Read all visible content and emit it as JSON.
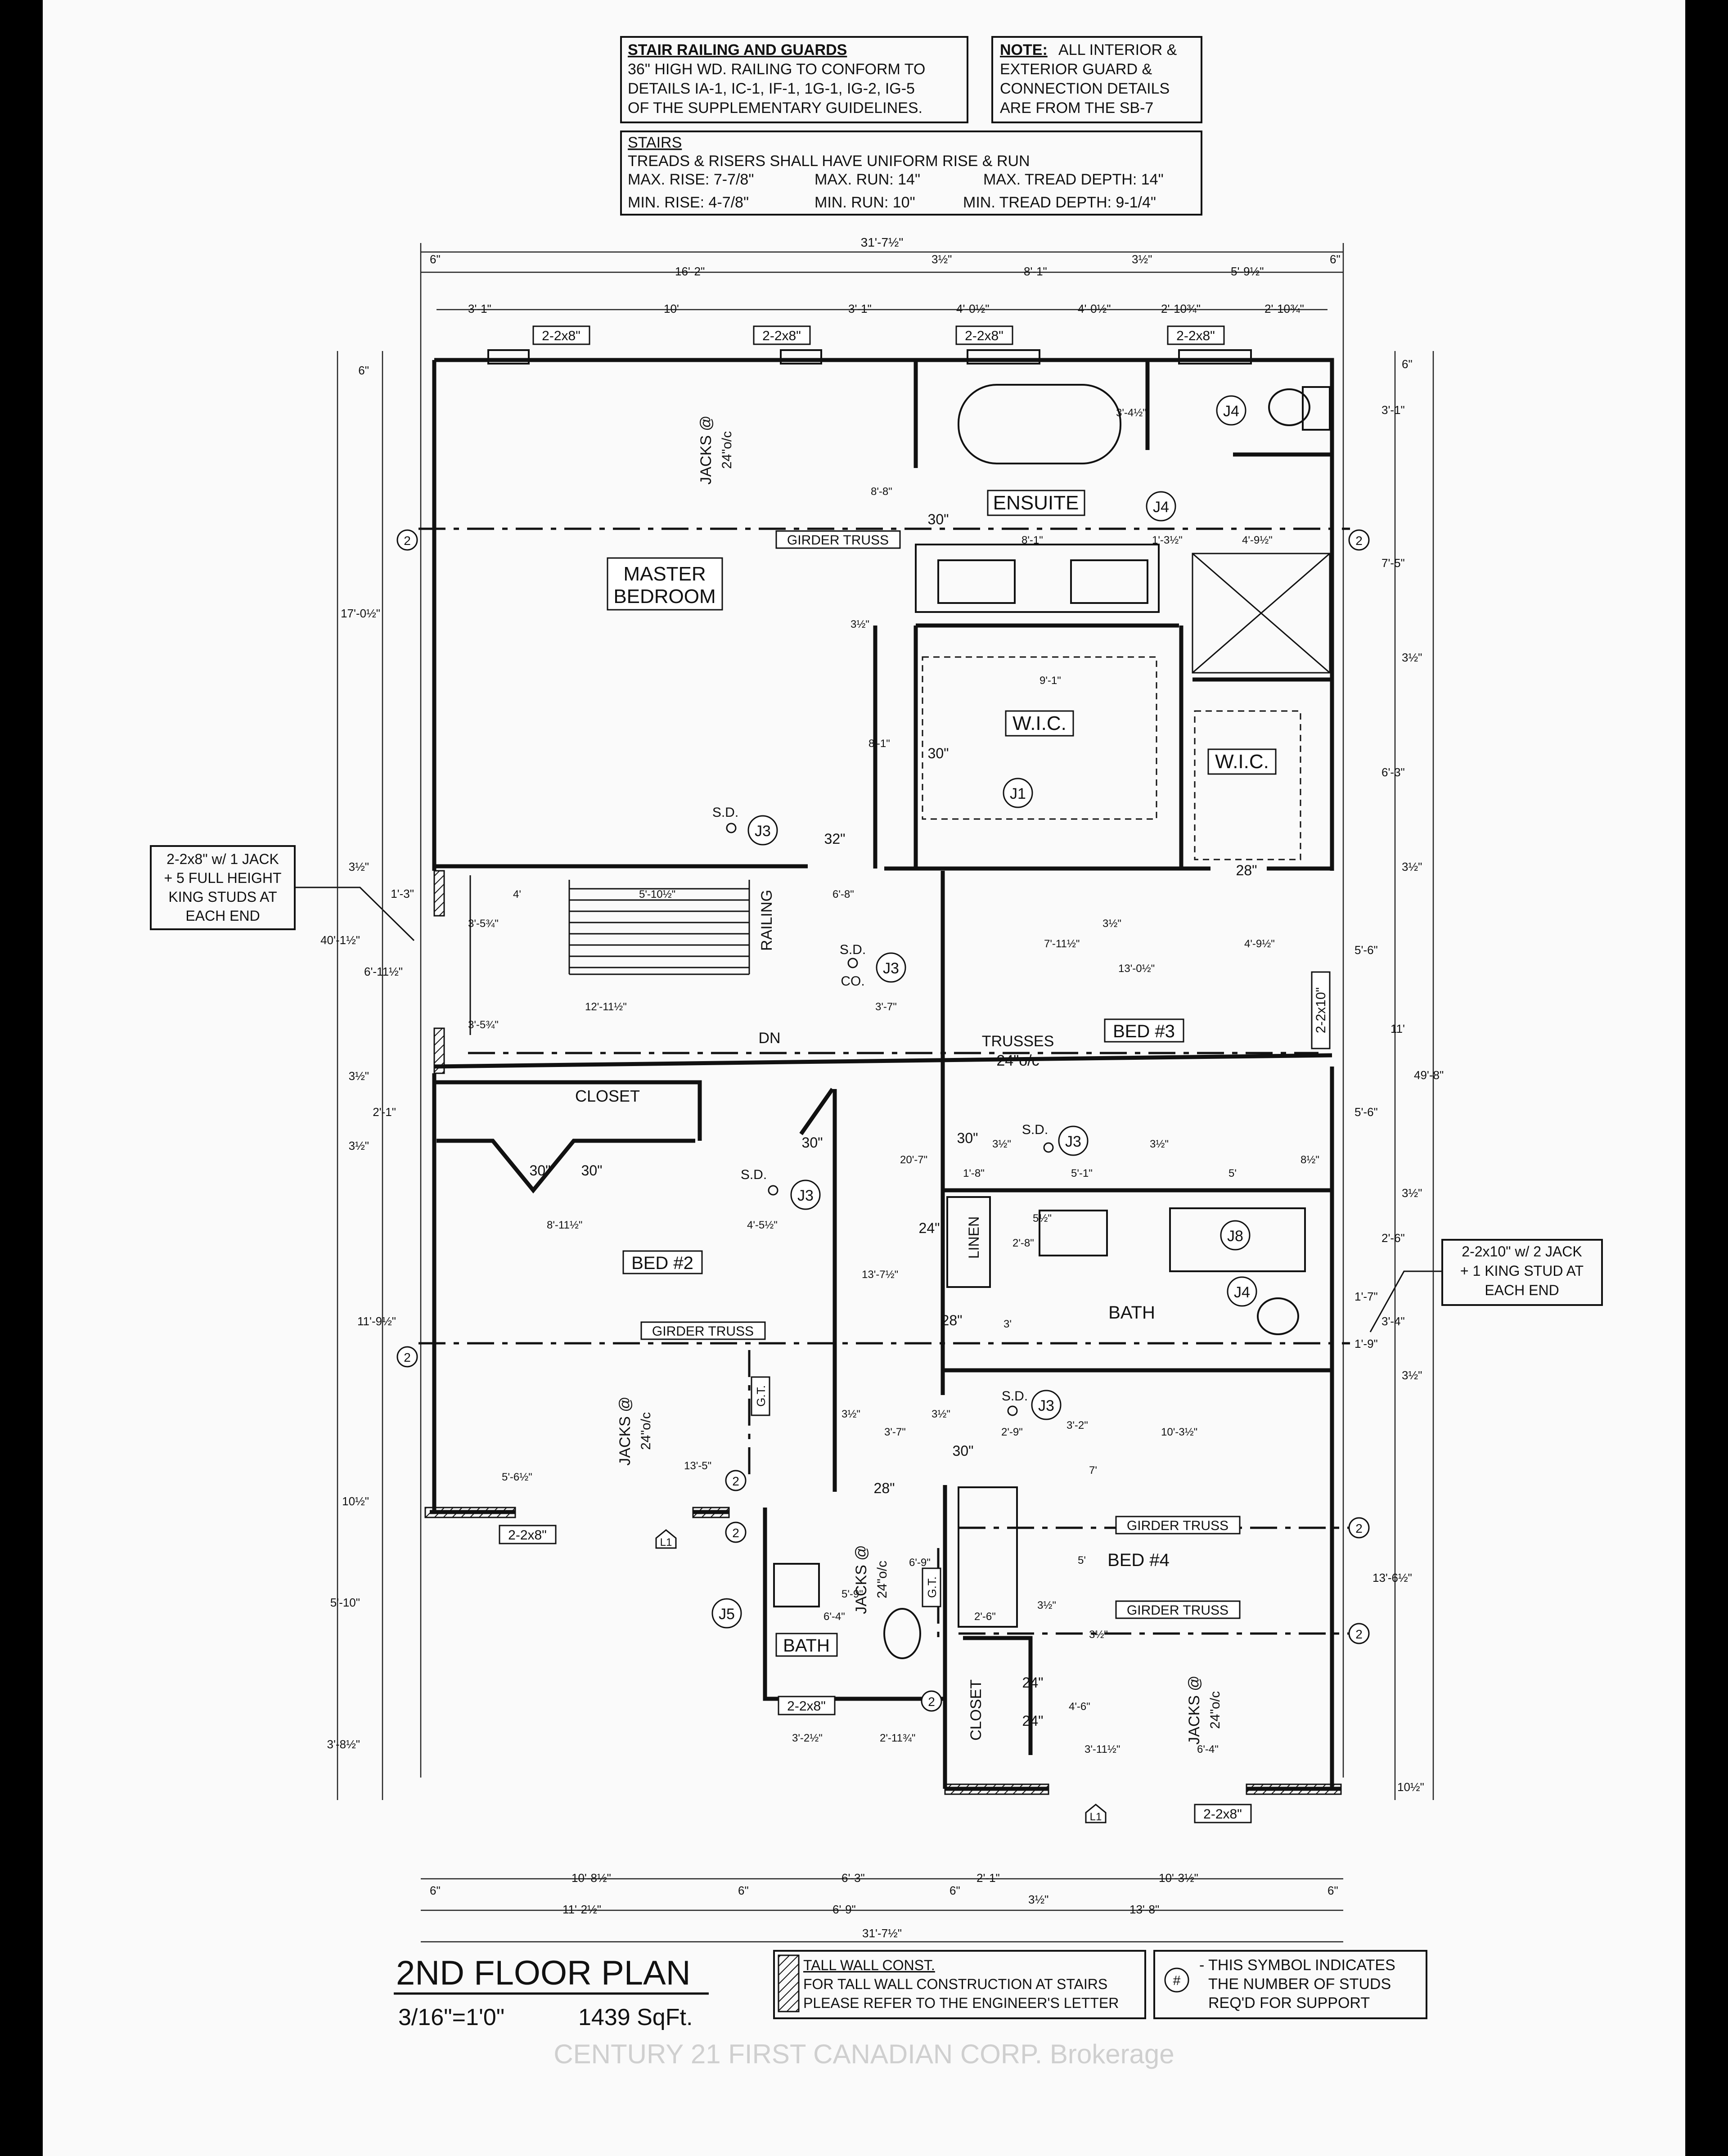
{
  "notes": {
    "stair_railing": {
      "title": "STAIR RAILING AND GUARDS",
      "lines": [
        "36\" HIGH WD. RAILING TO CONFORM TO",
        "DETAILS IA-1, IC-1, IF-1, 1G-1, IG-2, IG-5",
        "OF THE SUPPLEMENTARY GUIDELINES."
      ]
    },
    "note": {
      "title": "NOTE:",
      "lines": [
        "ALL INTERIOR &",
        "EXTERIOR GUARD &",
        "CONNECTION DETAILS",
        "ARE FROM THE SB-7"
      ]
    },
    "stairs": {
      "title": "STAIRS",
      "lines": [
        "TREADS & RISERS SHALL HAVE UNIFORM RISE & RUN",
        "MAX. RISE: 7-7/8\"",
        "MAX. RUN: 14\"",
        "MAX. TREAD DEPTH: 14\"",
        "MIN. RISE: 4-7/8\"",
        "MIN. RUN: 10\"",
        "MIN. TREAD DEPTH: 9-1/4\""
      ]
    },
    "jack_left": [
      "2-2x8\" w/ 1 JACK",
      "+ 5 FULL HEIGHT",
      "KING STUDS AT",
      "EACH END"
    ],
    "jack_right": [
      "2-2x10\" w/ 2 JACK",
      "+ 1 KING STUD AT",
      "EACH END"
    ]
  },
  "rooms": {
    "master": [
      "MASTER",
      "BEDROOM"
    ],
    "ensuite": "ENSUITE",
    "wic1": "W.I.C.",
    "wic2": "W.I.C.",
    "bed3": "BED #3",
    "bed2": "BED #2",
    "bed4": "BED #4",
    "bath1": "BATH",
    "bath2": "BATH",
    "closet1": "CLOSET",
    "closet2": "CLOSET",
    "linen": "LINEN",
    "railing": "RAILING",
    "dn": "DN"
  },
  "labels": {
    "girder_truss": "GIRDER TRUSS",
    "trusses": [
      "TRUSSES",
      "24\"o/c"
    ],
    "jacks": [
      "JACKS @",
      "24\"o/c"
    ],
    "gt": "G.T.",
    "sd": "S.D.",
    "co": "CO.",
    "header_2x8": "2-2x8\"",
    "header_2x10": "2-2x10\"",
    "j1": "J1",
    "j3": "J3",
    "j4": "J4",
    "j5": "J5",
    "j8": "J8",
    "grid_2": "2",
    "l1": "L1",
    "door_30": "30\"",
    "door_32": "32\"",
    "door_28": "28\"",
    "door_24": "24\""
  },
  "dimensions": {
    "top_overall": "31'-7½\"",
    "top_row": [
      "6\"",
      "16'-2\"",
      "3½\"",
      "8'-1\"",
      "3½\"",
      "5'-9½\"",
      "6\""
    ],
    "top_row2": [
      "3'-1\"",
      "10'",
      "3'-1\"",
      "4'-0½\"",
      "4'-0½\"",
      "2'-10¾\"",
      "2'-10¾\""
    ],
    "bottom_row1": [
      "6\"",
      "10'-8½\"",
      "6\"",
      "6'-3\"",
      "6\"",
      "2'-1\"",
      "10'-3½\"",
      "6\""
    ],
    "bottom_row2": [
      "11'-2½\"",
      "6'-9\"",
      "3½\"",
      "13'-8\""
    ],
    "bottom_overall": "31'-7½\"",
    "left": [
      "6\"",
      "17'-0½\"",
      "3½\"",
      "40'-1½\"",
      "1'-3\"",
      "6'-11½\"",
      "3½\"",
      "2'-1\"",
      "3½\"",
      "11'-9½\"",
      "10½\"",
      "5'-10\"",
      "3'-8½\""
    ],
    "right": [
      "6\"",
      "3'-1\"",
      "7'-5\"",
      "3½\"",
      "6'-3\"",
      "3½\"",
      "5'-6\"",
      "11'",
      "49'-8\"",
      "5'-6\"",
      "3½\"",
      "2'-6\"",
      "1'-7\"",
      "3'-4\"",
      "1'-9\"",
      "3½\"",
      "13'-6½\"",
      "10½\""
    ],
    "interior": [
      "8'-8\"",
      "8'-1\"",
      "3'-4½\"",
      "1'-3½\"",
      "4'-9½\"",
      "3½\"",
      "9'-1\"",
      "8'-1\"",
      "4'",
      "5'-10½\"",
      "6'-8\"",
      "3'-5¾\"",
      "12'-11½\"",
      "3'-5¾\"",
      "3'-7\"",
      "7'-11½\"",
      "3½\"",
      "4'-9½\"",
      "13'-0½\"",
      "20'-7\"",
      "1'-8\"",
      "5'-1\"",
      "5'",
      "8½\"",
      "3½\"",
      "3½\"",
      "8'-11½\"",
      "4'-5½\"",
      "13'-7½\"",
      "5½\"",
      "2'-8\"",
      "3'",
      "3½\"",
      "3'-7\"",
      "5'-6½\"",
      "13'-5\"",
      "3½\"",
      "2'-9\"",
      "3'-2\"",
      "10'-3½\"",
      "7'",
      "5'-9\"",
      "6'-9\"",
      "6'-4\"",
      "2'-6\"",
      "3½\"",
      "3½\"",
      "5'",
      "4'-6\"",
      "3'-11½\"",
      "6'-4\"",
      "3'-2½\"",
      "2'-11¾\""
    ]
  },
  "title": {
    "name": "2ND  FLOOR PLAN",
    "scale": "3/16\"=1'0\"",
    "area": "1439 SqFt."
  },
  "legend": {
    "tall_wall": [
      "TALL WALL CONST.",
      "FOR TALL WALL CONSTRUCTION AT STAIRS",
      "PLEASE REFER TO THE ENGINEER'S LETTER"
    ],
    "symbol": "#",
    "symbol_text": [
      "- THIS SYMBOL INDICATES",
      "THE NUMBER OF STUDS",
      "REQ'D FOR SUPPORT"
    ]
  },
  "watermark": "CENTURY 21 FIRST CANADIAN CORP. Brokerage"
}
